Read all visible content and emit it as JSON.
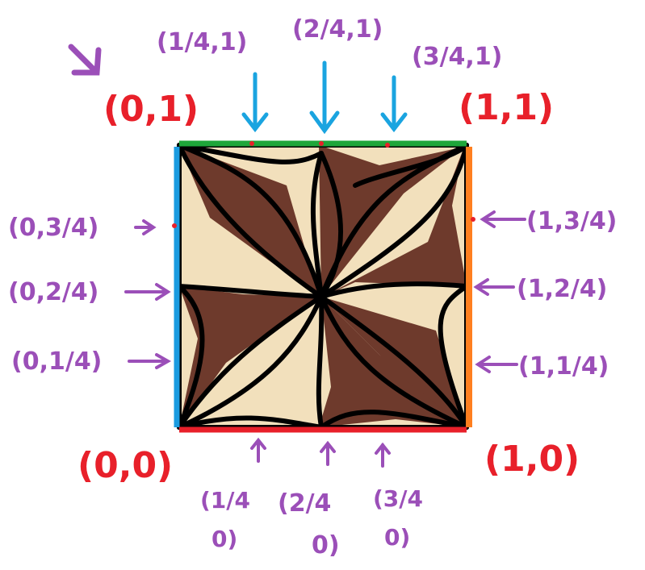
{
  "colors": {
    "tile_dark": "#6e3a2c",
    "tile_light": "#f2e0bc",
    "outline": "#000000",
    "edge_top": "#1ea63a",
    "edge_left": "#1a9be0",
    "edge_right": "#ff7f1f",
    "edge_bottom": "#e8202a",
    "label_corner": "#e8202a",
    "label_point": "#9b4fb8",
    "arrow_top": "#1aa4e0",
    "arrow_side": "#9b4fb8"
  },
  "corners": {
    "top_left": "(0,1)",
    "top_right": "(1,1)",
    "bottom_left": "(0,0)",
    "bottom_right": "(1,0)"
  },
  "top_points": [
    "(1/4,1)",
    "(2/4,1)",
    "(3/4,1)"
  ],
  "left_points": [
    "(0,3/4)",
    "(0,2/4)",
    "(0,1/4)"
  ],
  "right_points": [
    "(1,3/4)",
    "(1,2/4)",
    "(1,1/4)"
  ],
  "bottom_points": [
    {
      "top": "(1/4",
      "bottom": "0)"
    },
    {
      "top": "(2/4",
      "bottom": "0)"
    },
    {
      "top": "(3/4",
      "bottom": "0)"
    }
  ]
}
